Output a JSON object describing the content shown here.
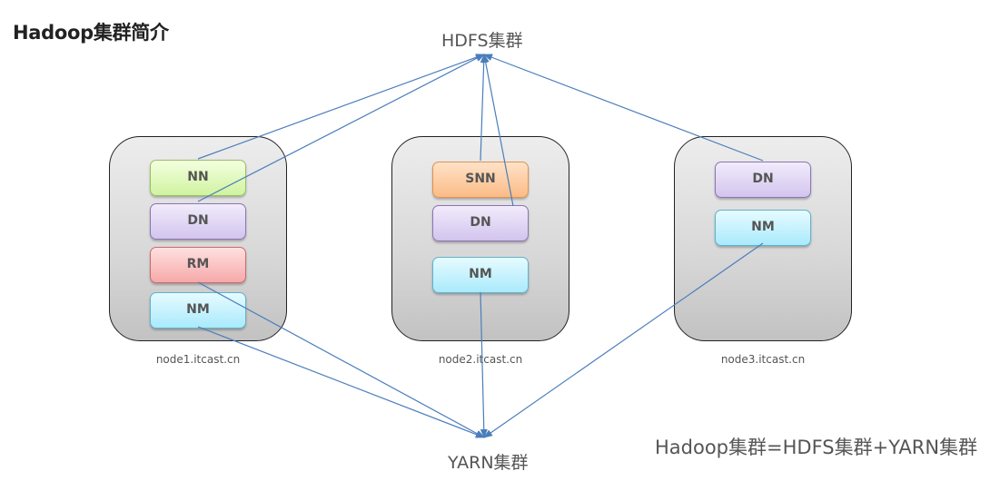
{
  "title": "Hadoop集群简介",
  "clusters": {
    "hdfs": "HDFS集群",
    "yarn": "YARN集群"
  },
  "formula": "Hadoop集群=HDFS集群+YARN集群",
  "nodes": [
    {
      "host": "node1.itcast.cn",
      "services": [
        {
          "label": "NN",
          "type": "nn",
          "connects_to": "hdfs"
        },
        {
          "label": "DN",
          "type": "dn",
          "connects_to": "hdfs"
        },
        {
          "label": "RM",
          "type": "rm",
          "connects_to": "yarn"
        },
        {
          "label": "NM",
          "type": "nm",
          "connects_to": "yarn"
        }
      ]
    },
    {
      "host": "node2.itcast.cn",
      "services": [
        {
          "label": "SNN",
          "type": "snn",
          "connects_to": "hdfs"
        },
        {
          "label": "DN",
          "type": "dn",
          "connects_to": "hdfs"
        },
        {
          "label": "NM",
          "type": "nm",
          "connects_to": "yarn"
        }
      ]
    },
    {
      "host": "node3.itcast.cn",
      "services": [
        {
          "label": "DN",
          "type": "dn",
          "connects_to": "hdfs"
        },
        {
          "label": "NM",
          "type": "nm",
          "connects_to": "yarn"
        }
      ]
    }
  ],
  "colors": {
    "link": "#4a7ebb",
    "nn": "#d0f3a0",
    "dn": "#d3c4ee",
    "rm": "#f6a9a9",
    "nm": "#aaeafc",
    "snn": "#fbbc86"
  }
}
